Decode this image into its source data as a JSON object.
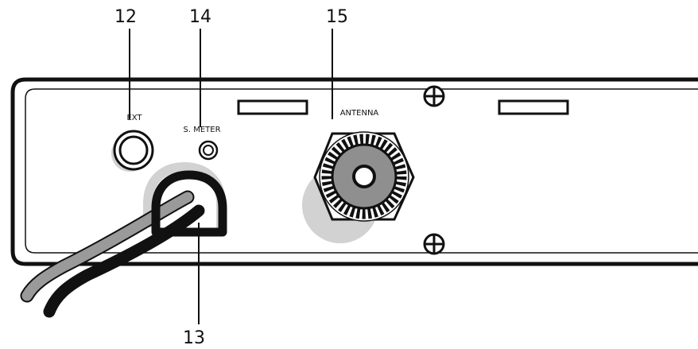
{
  "callouts": {
    "ext_jack": "12",
    "power_cord": "13",
    "s_meter_jack": "14",
    "antenna_connector": "15"
  },
  "panel_labels": {
    "ext": "EXT",
    "s_meter": "S. METER",
    "antenna": "ANTENNA"
  },
  "colors": {
    "outline": "#111111",
    "shadow": "#d2d2d2",
    "cable_gray": "#9a9a9a",
    "connector_body": "#8f8f8f"
  },
  "icons": {
    "screw": "phillips-screw-icon"
  }
}
